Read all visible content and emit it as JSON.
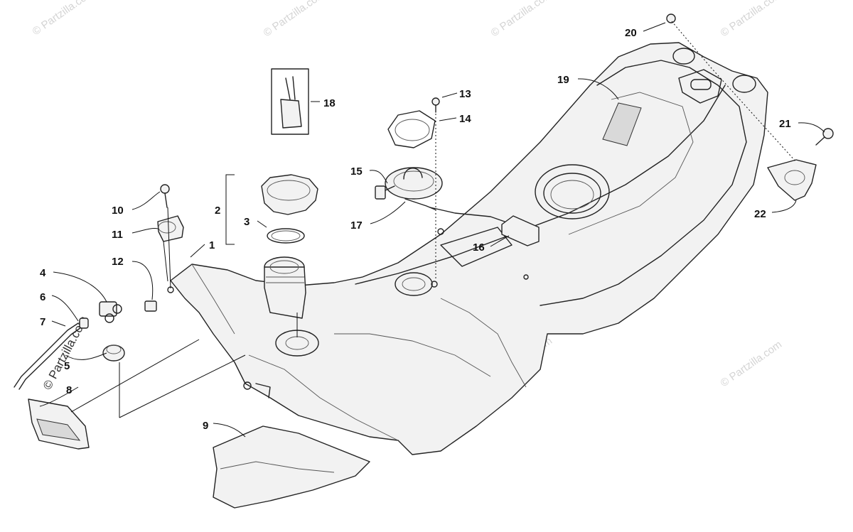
{
  "watermark": {
    "text": "© Partzilla.com",
    "primary_text": "© Partzilla.com"
  },
  "callouts": [
    {
      "id": "c1",
      "label": "1"
    },
    {
      "id": "c2",
      "label": "2"
    },
    {
      "id": "c3",
      "label": "3"
    },
    {
      "id": "c4",
      "label": "4"
    },
    {
      "id": "c5",
      "label": "5"
    },
    {
      "id": "c6",
      "label": "6"
    },
    {
      "id": "c7",
      "label": "7"
    },
    {
      "id": "c8",
      "label": "8"
    },
    {
      "id": "c9",
      "label": "9"
    },
    {
      "id": "c10",
      "label": "10"
    },
    {
      "id": "c11",
      "label": "11"
    },
    {
      "id": "c12",
      "label": "12"
    },
    {
      "id": "c13",
      "label": "13"
    },
    {
      "id": "c14",
      "label": "14"
    },
    {
      "id": "c15",
      "label": "15"
    },
    {
      "id": "c16",
      "label": "16"
    },
    {
      "id": "c17",
      "label": "17"
    },
    {
      "id": "c18",
      "label": "18"
    },
    {
      "id": "c19",
      "label": "19"
    },
    {
      "id": "c20",
      "label": "20"
    },
    {
      "id": "c21",
      "label": "21"
    },
    {
      "id": "c22",
      "label": "22"
    }
  ]
}
